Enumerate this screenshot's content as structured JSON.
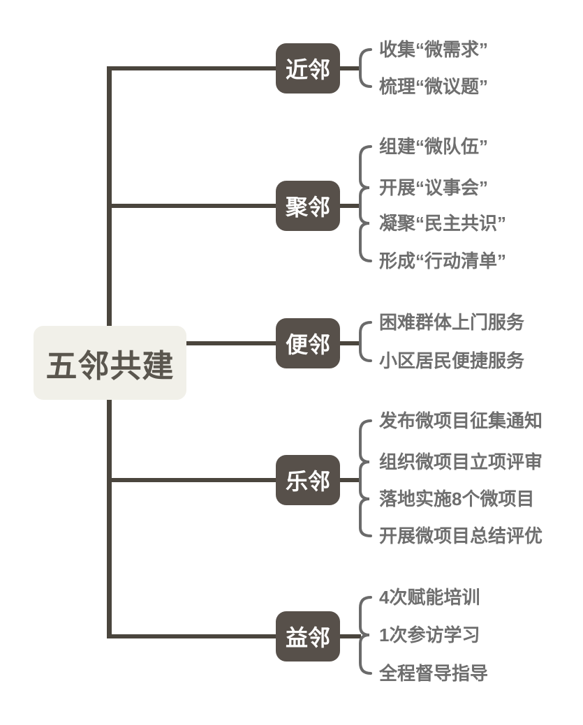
{
  "diagram": {
    "root": {
      "label": "五邻共建"
    },
    "branches": [
      {
        "label": "近邻",
        "items": [
          "收集“微需求”",
          "梳理“微议题”"
        ]
      },
      {
        "label": "聚邻",
        "items": [
          "组建“微队伍”",
          "开展“议事会”",
          "凝聚“民主共识”",
          "形成“行动清单”"
        ]
      },
      {
        "label": "便邻",
        "items": [
          "困难群体上门服务",
          "小区居民便捷服务"
        ]
      },
      {
        "label": "乐邻",
        "items": [
          "发布微项目征集通知",
          "组织微项目立项评审",
          "落地实施8个微项目",
          "开展微项目总结评优"
        ]
      },
      {
        "label": "益邻",
        "items": [
          "4次赋能培训",
          "1次参访学习",
          "全程督导指导"
        ]
      }
    ],
    "colors": {
      "connector_dark": "#4a453d",
      "brace_gray": "#6a6a6a",
      "node_background": "#57504a",
      "node_text": "#ffffff",
      "root_background": "#f1f0e9",
      "root_text": "#5a564e",
      "item_text": "#6e6e6e",
      "page_background": "#ffffff"
    }
  }
}
